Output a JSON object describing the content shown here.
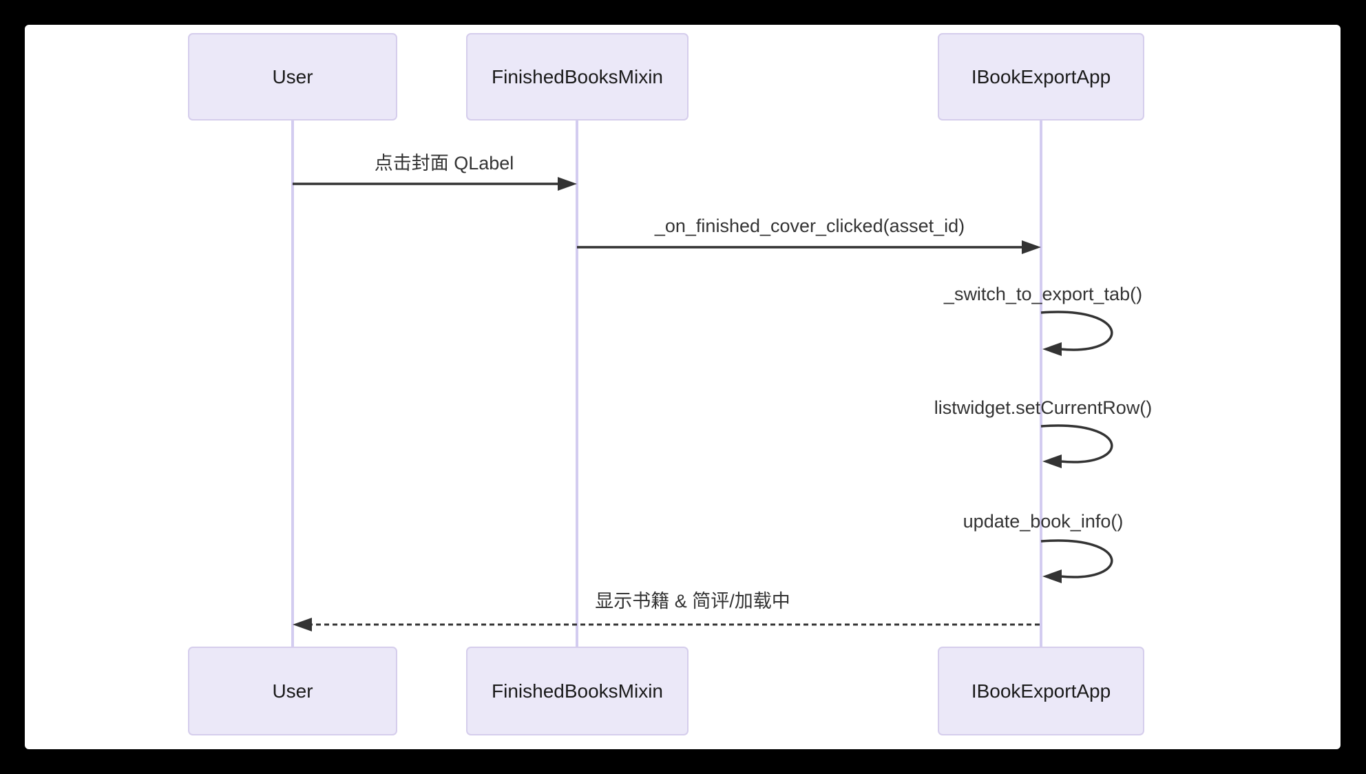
{
  "diagram": {
    "type": "sequence-diagram",
    "actors": [
      {
        "id": "user",
        "label": "User"
      },
      {
        "id": "finishedbooksmixin",
        "label": "FinishedBooksMixin"
      },
      {
        "id": "ibookexportapp",
        "label": "IBookExportApp"
      }
    ],
    "messages": [
      {
        "index": 1,
        "type": "solid-arrow",
        "from": "User",
        "to": "FinishedBooksMixin",
        "label": "点击封面 QLabel"
      },
      {
        "index": 2,
        "type": "solid-arrow",
        "from": "FinishedBooksMixin",
        "to": "IBookExportApp",
        "label": "_on_finished_cover_clicked(asset_id)"
      },
      {
        "index": 3,
        "type": "self-loop",
        "actor": "IBookExportApp",
        "label": "_switch_to_export_tab()"
      },
      {
        "index": 4,
        "type": "self-loop",
        "actor": "IBookExportApp",
        "label": "listwidget.setCurrentRow()"
      },
      {
        "index": 5,
        "type": "self-loop",
        "actor": "IBookExportApp",
        "label": "update_book_info()"
      },
      {
        "index": 6,
        "type": "dashed-arrow",
        "from": "IBookExportApp",
        "to": "User",
        "label": "显示书籍 & 简评/加载中"
      }
    ],
    "colors": {
      "page_background": "#000000",
      "canvas_background": "#FFFFFF",
      "actor_fill": "#EBE8F8",
      "actor_border": "#D5CDEC",
      "lifeline": "#D3CCF0",
      "arrow_line": "#333333",
      "text": "#333333"
    }
  }
}
